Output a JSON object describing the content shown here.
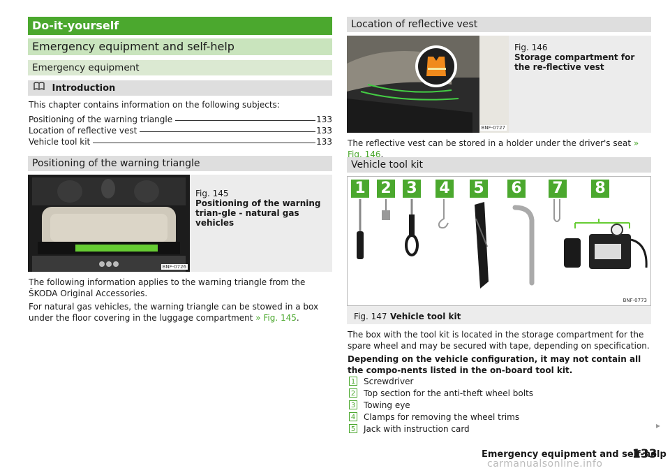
{
  "left": {
    "header": "Do-it-yourself",
    "chapter": "Emergency equipment and self-help",
    "section": "Emergency equipment",
    "intro_heading": "Introduction",
    "intro_icon": "book-icon",
    "intro_text": "This chapter contains information on the following subjects:",
    "toc": [
      {
        "label": "Positioning of the warning triangle",
        "page": "133"
      },
      {
        "label": "Location of reflective vest",
        "page": "133"
      },
      {
        "label": "Vehicle tool kit",
        "page": "133"
      }
    ],
    "triangle_heading": "Positioning of the warning triangle",
    "fig145_num": "Fig. 145",
    "fig145_title": "Positioning of the warning trian-gle - natural gas vehicles",
    "fig145_code": "BNF-0726",
    "para1": "The following information applies to the warning triangle from the ŠKODA Original Accessories.",
    "para2_text": "For natural gas vehicles, the warning triangle can be stowed in a box under the floor covering in the luggage compartment",
    "para2_ref": "» Fig. 145",
    "para2_end": "."
  },
  "right": {
    "vest_heading": "Location of reflective vest",
    "fig146_num": "Fig. 146",
    "fig146_title": "Storage compartment for the re-flective vest",
    "fig146_code": "BNF-0727",
    "vest_text": "The reflective vest can be stored in a holder under the driver's seat",
    "vest_ref": "» Fig. 146",
    "vest_end": ".",
    "toolkit_heading": "Vehicle tool kit",
    "tool_numbers": [
      "1",
      "2",
      "3",
      "4",
      "5",
      "6",
      "7",
      "8"
    ],
    "fig147_code": "BNF-0773",
    "fig147_num": "Fig. 147",
    "fig147_title": "Vehicle tool kit",
    "toolkit_para1": "The box with the tool kit is located in the storage compartment for the spare wheel and may be secured with tape, depending on specification.",
    "toolkit_para2": "Depending on the vehicle configuration, it may not contain all the compo-nents listed in the on-board tool kit.",
    "items": [
      {
        "num": "1",
        "label": "Screwdriver"
      },
      {
        "num": "2",
        "label": "Top section for the anti-theft wheel bolts"
      },
      {
        "num": "3",
        "label": "Towing eye"
      },
      {
        "num": "4",
        "label": "Clamps for removing the wheel trims"
      },
      {
        "num": "5",
        "label": "Jack with instruction card"
      }
    ],
    "continue_icon": "triangle-right-icon",
    "continue_glyph": "▸"
  },
  "footer": {
    "title": "Emergency equipment and self-help",
    "page": "133",
    "watermark": "carmanualsonline.info"
  },
  "colors": {
    "brand_green": "#4ba82e",
    "light_green": "#c9e4bd",
    "grey_bar": "#dedede"
  }
}
